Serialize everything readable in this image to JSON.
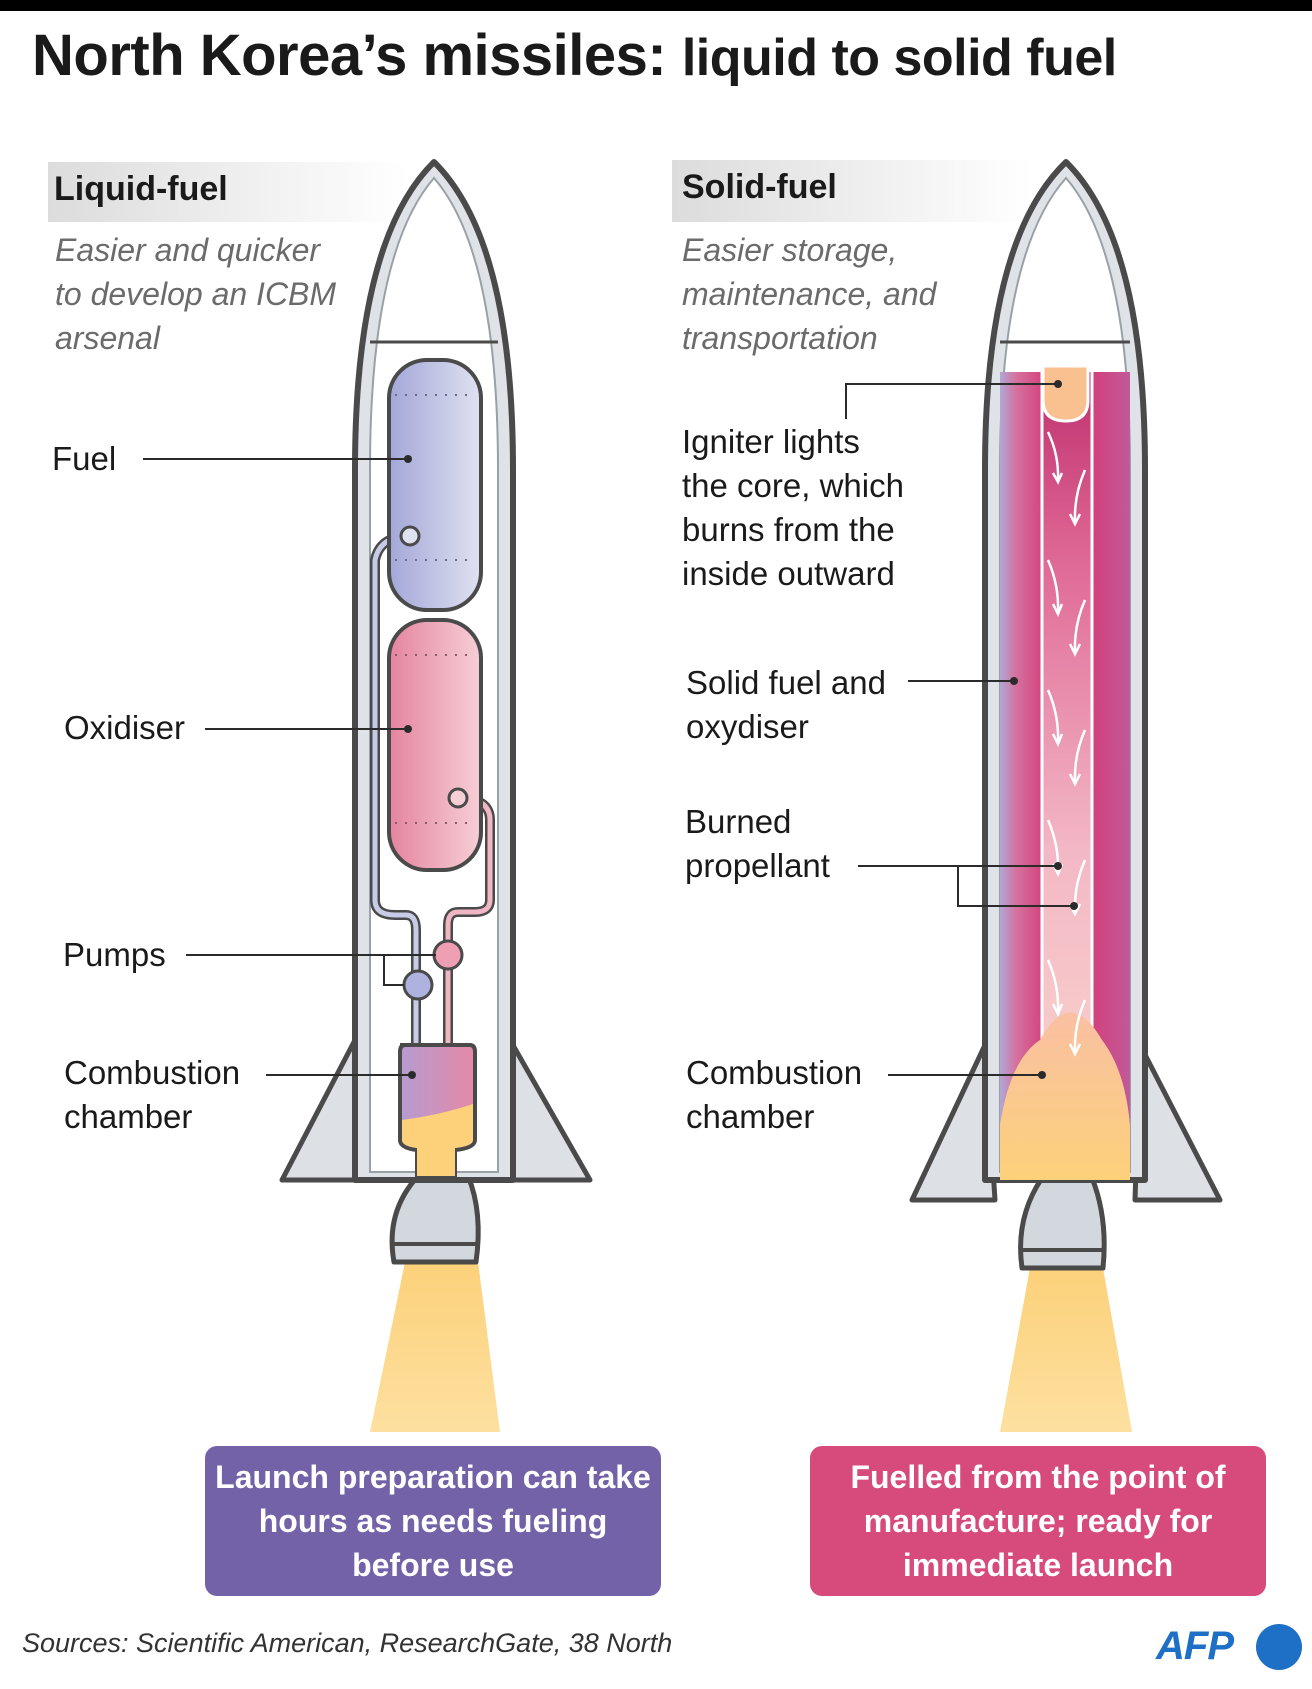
{
  "title": {
    "main": "North Korea’s missiles:",
    "sub": "liquid to solid fuel"
  },
  "liquid": {
    "tag": "Liquid-fuel",
    "description": [
      "Easier and quicker",
      "to develop an ICBM",
      "arsenal"
    ],
    "labels": {
      "fuel": "Fuel",
      "oxidiser": "Oxidiser",
      "pumps": "Pumps",
      "chamber_1": "Combustion",
      "chamber_2": "chamber"
    },
    "note": "Launch preparation can take hours as needs fueling before use"
  },
  "solid": {
    "tag": "Solid-fuel",
    "description": [
      "Easier storage,",
      "maintenance, and",
      "transportation"
    ],
    "labels": {
      "igniter": [
        "Igniter lights",
        "the core, which",
        "burns from the",
        "inside outward"
      ],
      "fuel": [
        "Solid fuel and",
        "oxydiser"
      ],
      "burned": [
        "Burned",
        "propellant"
      ],
      "chamber_1": "Combustion",
      "chamber_2": "chamber"
    },
    "note": "Fuelled from the point of manufacture; ready for immediate launch"
  },
  "footer": {
    "sources": "Sources: Scientific American, ResearchGate, 38 North",
    "logo": "AFP"
  },
  "colors": {
    "fuel_tank": "#a5a9d6",
    "oxidiser_tank": "#e58aa3",
    "solid_propellant": "#d4558a",
    "flame": "#fcd17a",
    "liquid_note_bg": "#7462a8",
    "solid_note_bg": "#d64a7c",
    "afp_blue": "#1e6fc6"
  }
}
